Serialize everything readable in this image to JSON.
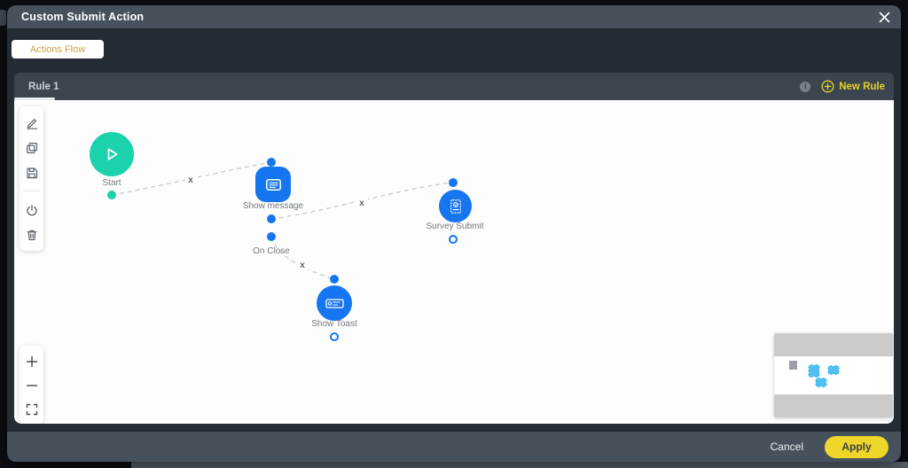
{
  "window": {
    "title": "Custom Submit Action"
  },
  "tabs": {
    "actions_flow": "Actions Flow"
  },
  "rule_bar": {
    "active_rule": "Rule 1",
    "new_rule": "New Rule",
    "info_glyph": "i"
  },
  "canvas": {
    "nodes": {
      "start": {
        "label": "Start",
        "color": "#1bd2ac"
      },
      "show_message": {
        "label": "Show message",
        "color": "#1676f2"
      },
      "survey_submit": {
        "label": "Survey Submit",
        "color": "#1676f2"
      },
      "show_toast": {
        "label": "Show Toast",
        "color": "#1676f2"
      }
    },
    "port_labels": {
      "on_close": "On Close"
    },
    "connection_marker": "x",
    "connections": [
      {
        "from": "Start",
        "to": "Show message"
      },
      {
        "from": "Show message",
        "to": "Survey Submit"
      },
      {
        "from": "Show message (On Close)",
        "to": "Show Toast"
      }
    ]
  },
  "footer": {
    "cancel": "Cancel",
    "apply": "Apply"
  },
  "colors": {
    "accent_yellow": "#e6d522",
    "apply_yellow": "#eed62a",
    "actions_flow_gold": "#cfa149",
    "header_slate": "#46515c",
    "panel_dark": "#242c34",
    "rule_bar_bg": "#3b454f",
    "node_blue": "#1676f2",
    "start_green": "#1bd2ac",
    "minimap_node_blue": "#4fc0f0",
    "connector_gray": "#c3c7cb"
  },
  "icons": [
    "close-icon",
    "plus-circle-icon",
    "info-icon",
    "edit-icon",
    "copy-icon",
    "save-icon",
    "power-icon",
    "trash-icon",
    "zoom-in-icon",
    "zoom-out-icon",
    "fit-screen-icon",
    "play-icon",
    "message-icon",
    "survey-icon",
    "toast-icon"
  ]
}
